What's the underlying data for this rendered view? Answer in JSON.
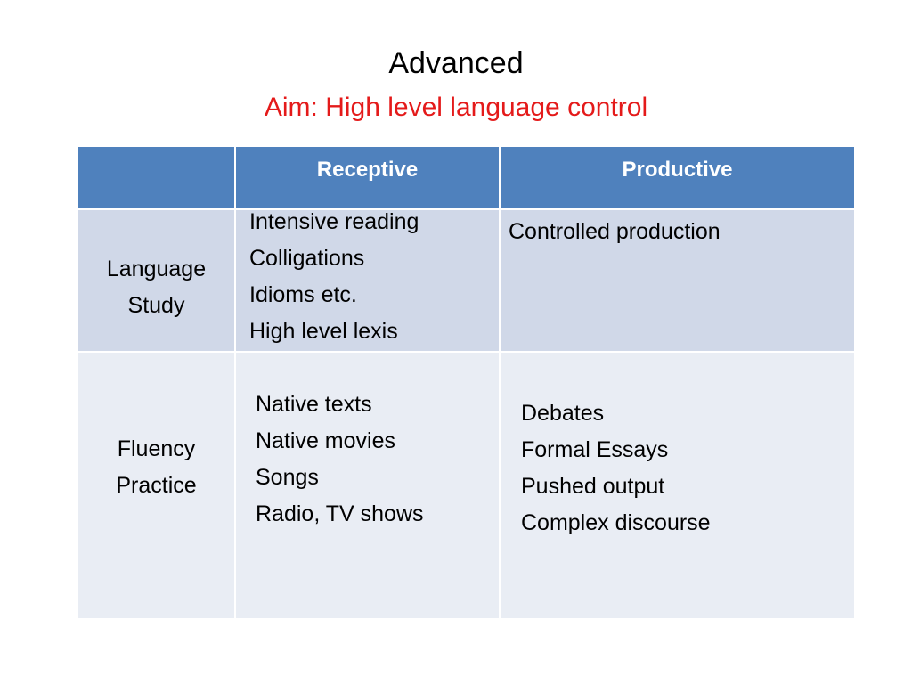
{
  "title": "Advanced",
  "subtitle": "Aim: High level language control",
  "colors": {
    "header_bg": "#4f81bd",
    "row1_bg": "#d0d8e8",
    "row2_bg": "#e9edf4",
    "subtitle": "#e41a1a"
  },
  "table": {
    "columns": [
      "",
      "Receptive",
      "Productive"
    ],
    "rows": [
      {
        "label": [
          "Language",
          "Study"
        ],
        "receptive": [
          "Intensive reading",
          "Colligations",
          "Idioms  etc.",
          "High level lexis"
        ],
        "productive": [
          "Controlled production"
        ]
      },
      {
        "label": [
          "Fluency",
          "Practice"
        ],
        "receptive": [
          "Native texts",
          "Native movies",
          "Songs",
          "Radio, TV shows"
        ],
        "productive": [
          "Debates",
          "Formal Essays",
          "Pushed output",
          "Complex discourse"
        ]
      }
    ]
  }
}
